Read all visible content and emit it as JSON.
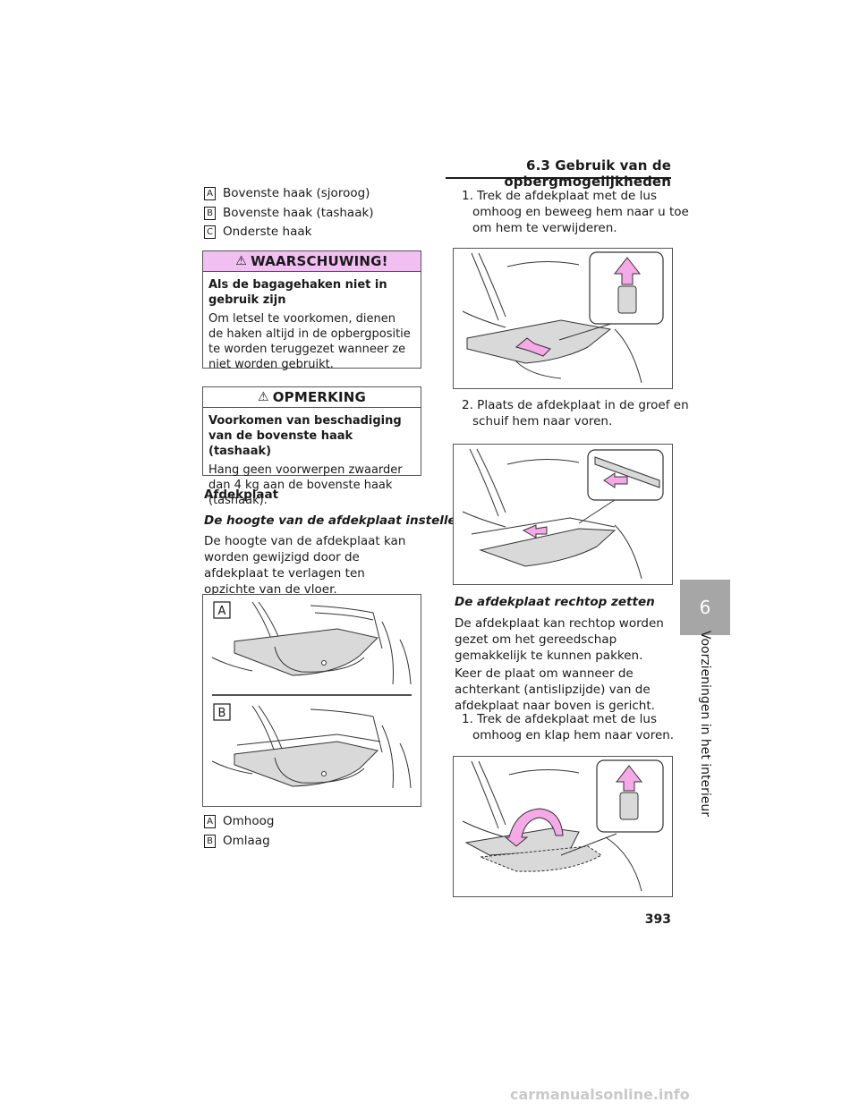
{
  "header": {
    "section_title": "6.3  Gebruik van de opbergmogelijkheden"
  },
  "legend_top": [
    {
      "badge": "A",
      "text": "Bovenste haak (sjoroog)"
    },
    {
      "badge": "B",
      "text": "Bovenste haak (tashaak)"
    },
    {
      "badge": "C",
      "text": "Onderste haak"
    }
  ],
  "warning": {
    "title": "WAARSCHUWING!",
    "heading": "Als de bagagehaken niet in gebruik zijn",
    "body": "Om letsel te voorkomen, dienen de haken altijd in de opbergpositie te worden teruggezet wanneer ze niet worden gebruikt."
  },
  "notice": {
    "title": "OPMERKING",
    "heading": "Voorkomen van beschadiging van de bovenste haak (tashaak)",
    "body": "Hang geen voorwerpen zwaarder dan 4 kg aan de bovenste haak (tashaak)."
  },
  "section": {
    "title": "Afdekplaat",
    "sub1": "De hoogte van de afdekplaat instellen",
    "para1": "De hoogte van de afdekplaat kan worden gewijzigd door de afdekplaat te verlagen ten opzichte van de vloer.",
    "fig_label_a": "A",
    "fig_label_b": "B",
    "legend_bottom": [
      {
        "badge": "A",
        "text": "Omhoog"
      },
      {
        "badge": "B",
        "text": "Omlaag"
      }
    ]
  },
  "right": {
    "step1": "1. Trek de afdekplaat met de lus omhoog en beweeg hem naar u toe om hem te verwijderen.",
    "step2": "2. Plaats de afdekplaat in de groef en schuif hem naar voren.",
    "sub2": "De afdekplaat rechtop zetten",
    "para2": "De afdekplaat kan rechtop worden gezet om het gereedschap gemakkelijk te kunnen pakken.",
    "para3": "Keer de plaat om wanneer de achterkant (antislipzijde) van de afdekplaat naar boven is gericht.",
    "step3": "1. Trek de afdekplaat met de lus omhoog en klap hem naar voren."
  },
  "side": {
    "chapter": "6",
    "label": "Voorzieningen in het interieur"
  },
  "footer": {
    "page": "393",
    "watermark": "carmanualsonline.info"
  },
  "colors": {
    "pink": "#f2bff2",
    "arrow_pink": "#f5a9e6",
    "tab_gray": "#a6a6a6",
    "panel_gray": "#d9d9d9"
  }
}
